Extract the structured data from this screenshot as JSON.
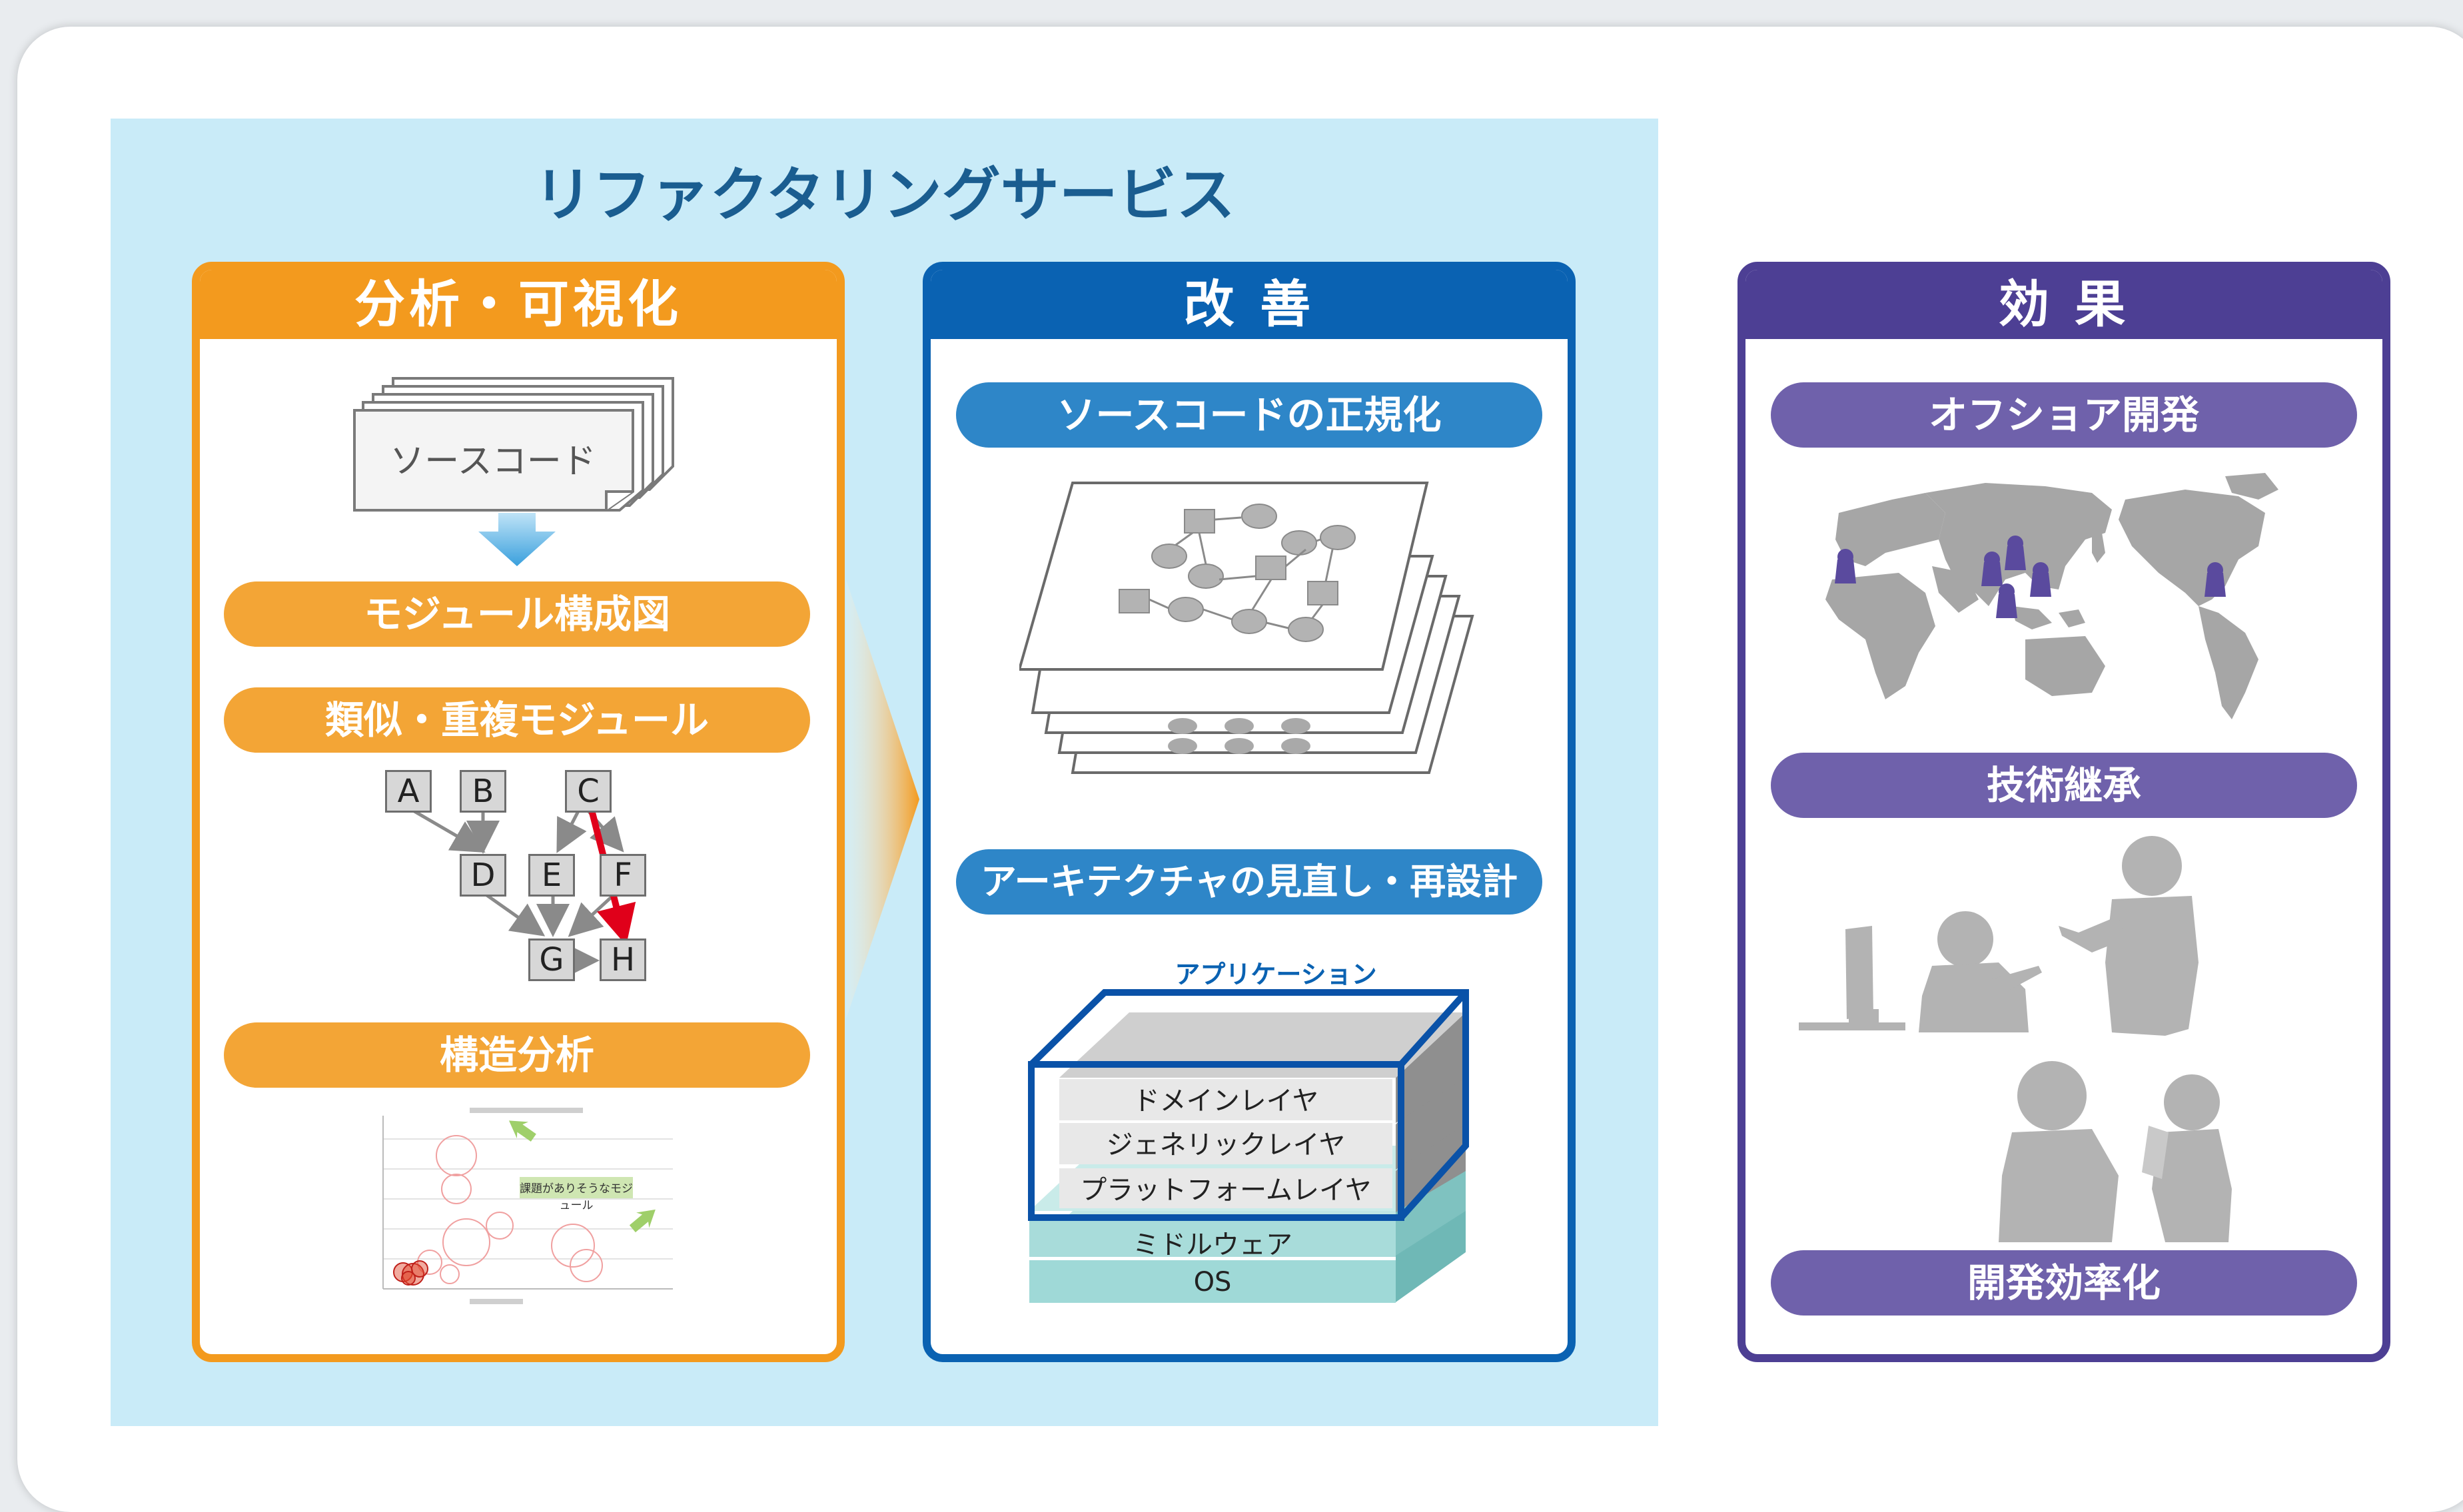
{
  "service_title": "リファクタリングサービス",
  "panels": {
    "analysis": {
      "title": "分析・可視化",
      "source_doc_label": "ソースコード",
      "items": [
        "モジュール構成図",
        "類似・重複モジュール",
        "構造分析"
      ],
      "graph_nodes": [
        "A",
        "B",
        "C",
        "D",
        "E",
        "F",
        "G",
        "H"
      ],
      "chart_callout": "課題がありそうなモジュール"
    },
    "improvement": {
      "title": "改 善",
      "items": [
        "ソースコードの正規化",
        "アーキテクチャの見直し・再設計"
      ],
      "app_label": "アプリケーション",
      "layers": [
        "ドメインレイヤ",
        "ジェネリックレイヤ",
        "プラットフォームレイヤ",
        "ミドルウェア",
        "OS"
      ]
    },
    "effect": {
      "title": "効 果",
      "items": [
        "オフショア開発",
        "技術継承",
        "開発効率化"
      ]
    }
  },
  "colors": {
    "orange": "#f39a1e",
    "blue": "#0a62b2",
    "violet": "#4d3f94",
    "service_bg": "#c9ebf8",
    "highlight_arrow": "#e0001a"
  }
}
